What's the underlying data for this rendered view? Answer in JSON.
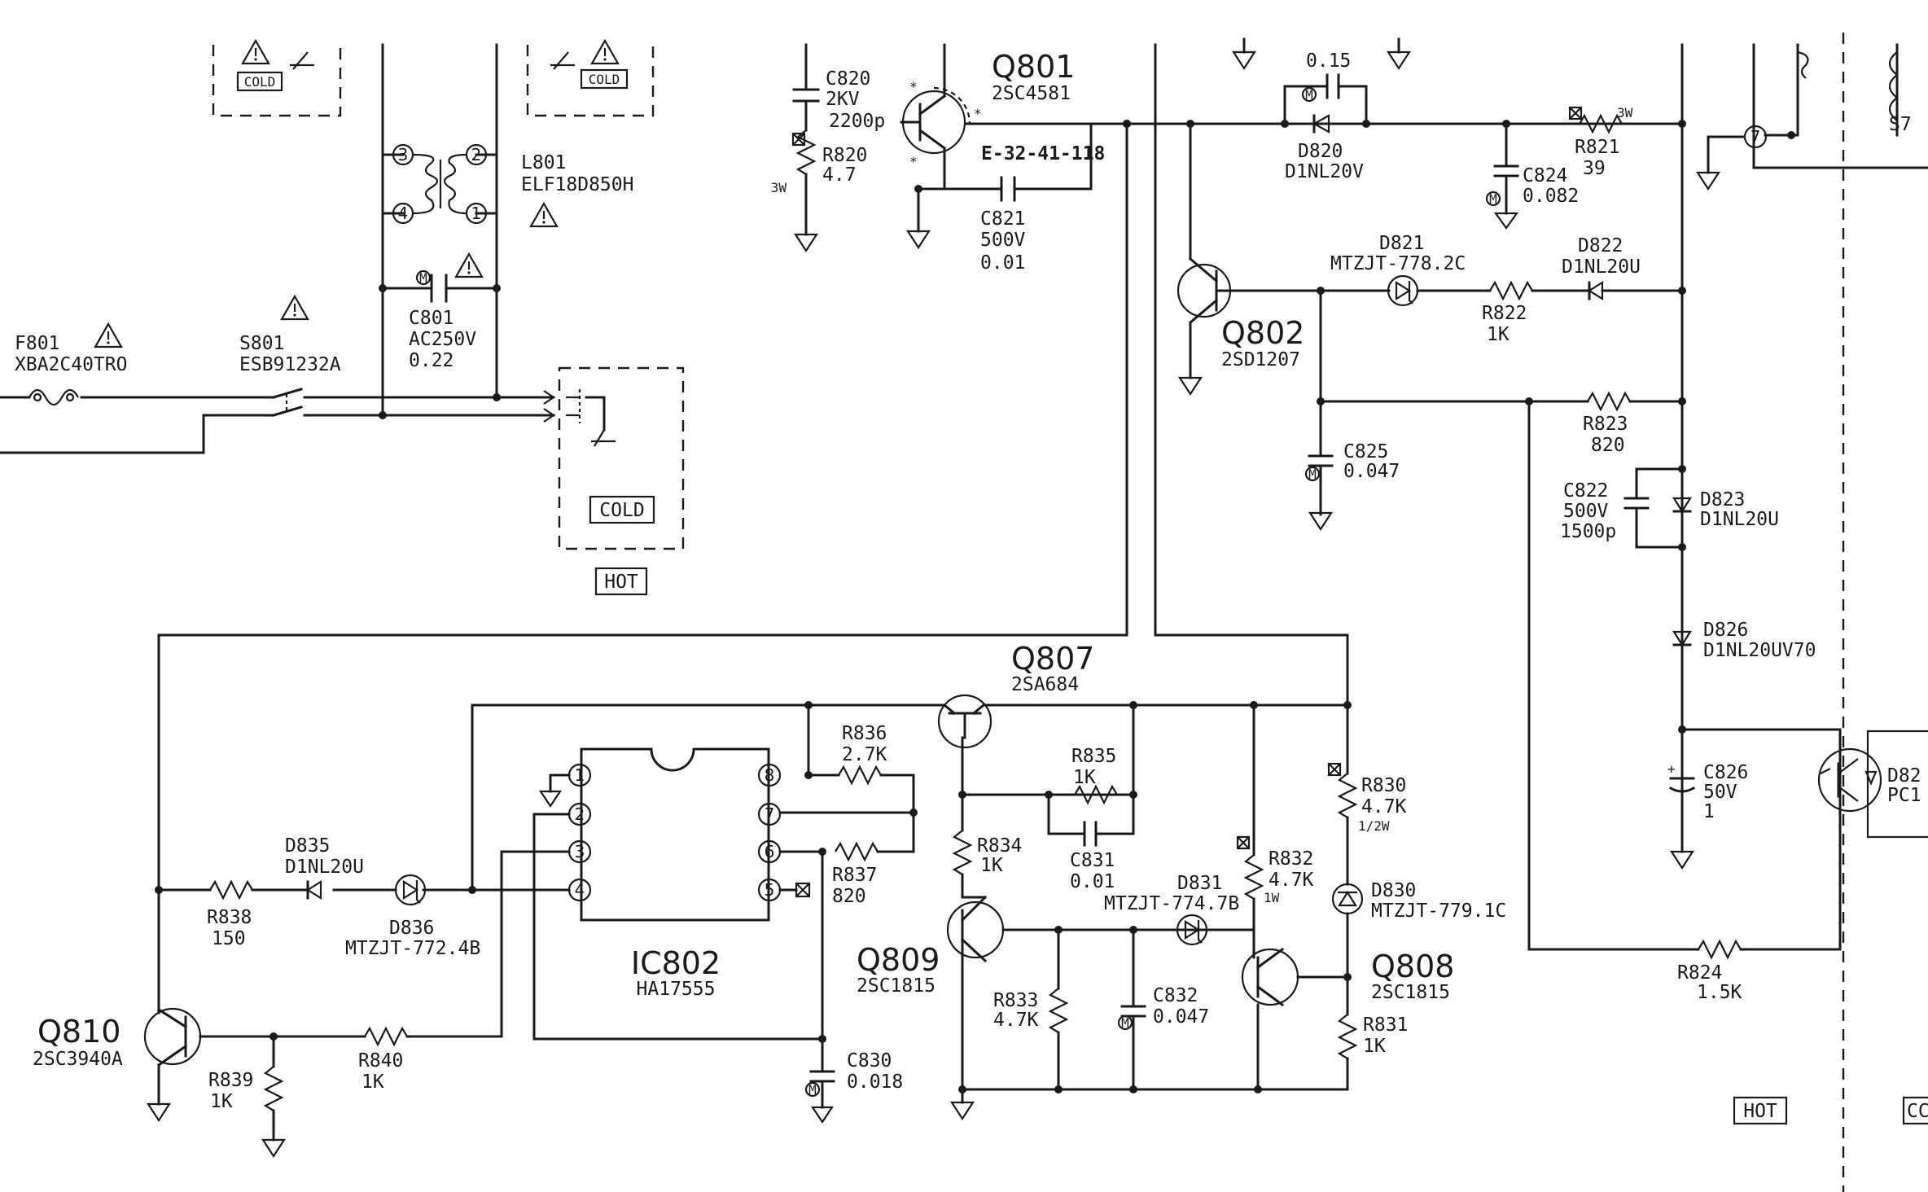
{
  "components": {
    "C820": {
      "ref": "C820",
      "l1": "2KV",
      "l2": "2200p"
    },
    "R820": {
      "ref": "R820",
      "val": "4.7",
      "pw": "3W"
    },
    "Q801": {
      "ref": "Q801",
      "part": "2SC4581",
      "note": "E-32-41-118"
    },
    "C821": {
      "ref": "C821",
      "l1": "500V",
      "l2": "0.01"
    },
    "D820": {
      "ref": "D820",
      "part": "D1NL20V"
    },
    "C_top": {
      "val": "0.15"
    },
    "R821": {
      "ref": "R821",
      "val": "39",
      "pw": "3W"
    },
    "C824": {
      "ref": "C824",
      "val": "0.082"
    },
    "D821": {
      "ref": "D821",
      "part": "MTZJT-778.2C"
    },
    "D822": {
      "ref": "D822",
      "part": "D1NL20U"
    },
    "R822": {
      "ref": "R822",
      "val": "1K"
    },
    "Q802": {
      "ref": "Q802",
      "part": "2SD1207"
    },
    "R823": {
      "ref": "R823",
      "val": "820"
    },
    "C825": {
      "ref": "C825",
      "val": "0.047"
    },
    "C822": {
      "ref": "C822",
      "l1": "500V",
      "l2": "1500p"
    },
    "D823": {
      "ref": "D823",
      "part": "D1NL20U"
    },
    "D826": {
      "ref": "D826",
      "part": "D1NL20UV70"
    },
    "C826": {
      "ref": "C826",
      "l1": "50V",
      "l2": "1"
    },
    "D82x": {
      "ref": "D82",
      "part": "PC1"
    },
    "R824": {
      "ref": "R824",
      "val": "1.5K"
    },
    "L801": {
      "ref": "L801",
      "part": "ELF18D850H"
    },
    "C801": {
      "ref": "C801",
      "l1": "AC250V",
      "l2": "0.22"
    },
    "F801": {
      "ref": "F801",
      "part": "XBA2C40TRO"
    },
    "S801": {
      "ref": "S801",
      "part": "ESB91232A"
    },
    "Q807": {
      "ref": "Q807",
      "part": "2SA684"
    },
    "R836": {
      "ref": "R836",
      "val": "2.7K"
    },
    "R835": {
      "ref": "R835",
      "val": "1K"
    },
    "C831": {
      "ref": "C831",
      "val": "0.01"
    },
    "R830": {
      "ref": "R830",
      "val": "4.7K",
      "pw": "1/2W"
    },
    "R832": {
      "ref": "R832",
      "val": "4.7K",
      "pw": "1W"
    },
    "D830": {
      "ref": "D830",
      "part": "MTZJT-779.1C"
    },
    "D831": {
      "ref": "D831",
      "part": "MTZJT-774.7B"
    },
    "R834": {
      "ref": "R834",
      "val": "1K"
    },
    "R837": {
      "ref": "R837",
      "val": "820"
    },
    "D835": {
      "ref": "D835",
      "part": "D1NL20U"
    },
    "D836": {
      "ref": "D836",
      "part": "MTZJT-772.4B"
    },
    "R838": {
      "ref": "R838",
      "val": "150"
    },
    "IC802": {
      "ref": "IC802",
      "part": "HA17555"
    },
    "Q809": {
      "ref": "Q809",
      "part": "2SC1815"
    },
    "Q808": {
      "ref": "Q808",
      "part": "2SC1815"
    },
    "R833": {
      "ref": "R833",
      "val": "4.7K"
    },
    "C832": {
      "ref": "C832",
      "val": "0.047"
    },
    "R831": {
      "ref": "R831",
      "val": "1K"
    },
    "Q810": {
      "ref": "Q810",
      "part": "2SC3940A"
    },
    "R839": {
      "ref": "R839",
      "val": "1K"
    },
    "R840": {
      "ref": "R840",
      "val": "1K"
    },
    "C830": {
      "ref": "C830",
      "val": "0.018"
    }
  },
  "pins": {
    "ic": [
      "1",
      "2",
      "3",
      "4",
      "5",
      "6",
      "7",
      "8"
    ],
    "l801": [
      "3",
      "2",
      "4",
      "1"
    ],
    "xfmr": [
      "7"
    ]
  },
  "region_labels": {
    "cold1": "COLD",
    "cold2": "COLD",
    "cold_box": "COLD",
    "hot_box": "HOT",
    "hot_br": "HOT",
    "cold_br": "CC",
    "s7": "S7"
  },
  "marks": {
    "m": "M",
    "star": "*",
    "warn": "!",
    "star2": "**"
  }
}
